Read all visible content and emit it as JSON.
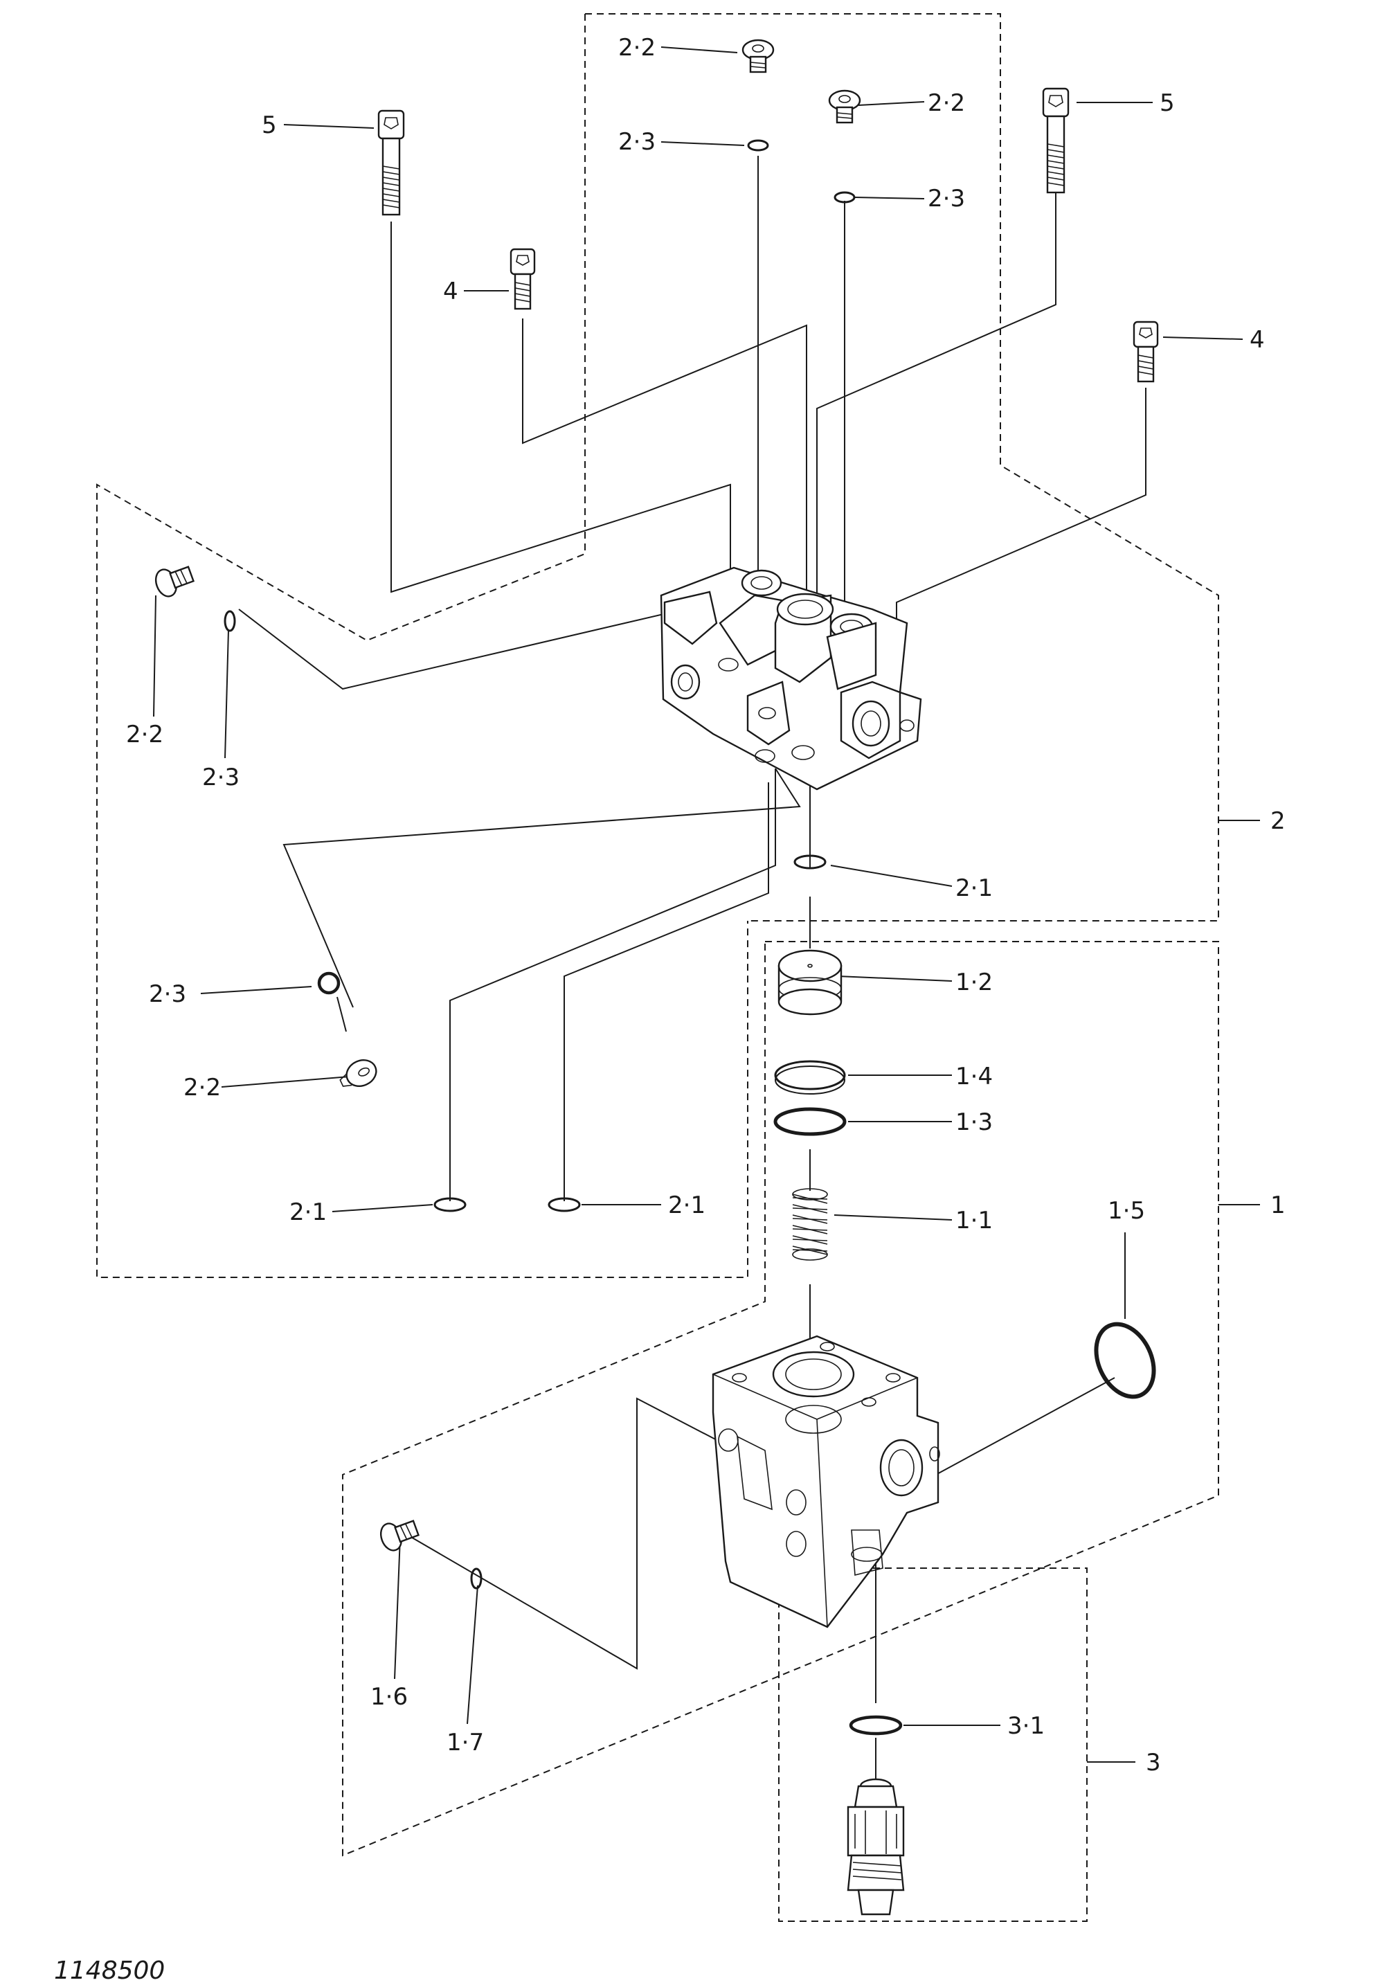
{
  "figure_number": "1148500",
  "callouts": {
    "c2_2_top": "2·2",
    "c2_3_top": "2·3",
    "c2_2_right": "2·2",
    "c2_3_right": "2·3",
    "c5_left": "5",
    "c5_right": "5",
    "c4_left": "4",
    "c4_right": "4",
    "c2_2_side": "2·2",
    "c2_3_side": "2·3",
    "c2_group": "2",
    "c2_1_center": "2·1",
    "c1_2": "1·2",
    "c2_3_lower": "2·3",
    "c1_4": "1·4",
    "c2_2_lower": "2·2",
    "c1_3": "1·3",
    "c2_1_left": "2·1",
    "c2_1_right": "2·1",
    "c1_1": "1·1",
    "c1_group": "1",
    "c1_5": "1·5",
    "c1_6": "1·6",
    "c1_7": "1·7",
    "c3_1": "3·1",
    "c3_group": "3"
  },
  "parts": {
    "bolt_long": "bolt-5",
    "bolt_short": "bolt-4",
    "plug": "plug-2-2",
    "oring": "o-ring",
    "valve_block_upper": "valve-block-2",
    "valve_block_lower": "valve-block-1",
    "spring": "spring-1-1",
    "cartridge": "cartridge-3"
  }
}
